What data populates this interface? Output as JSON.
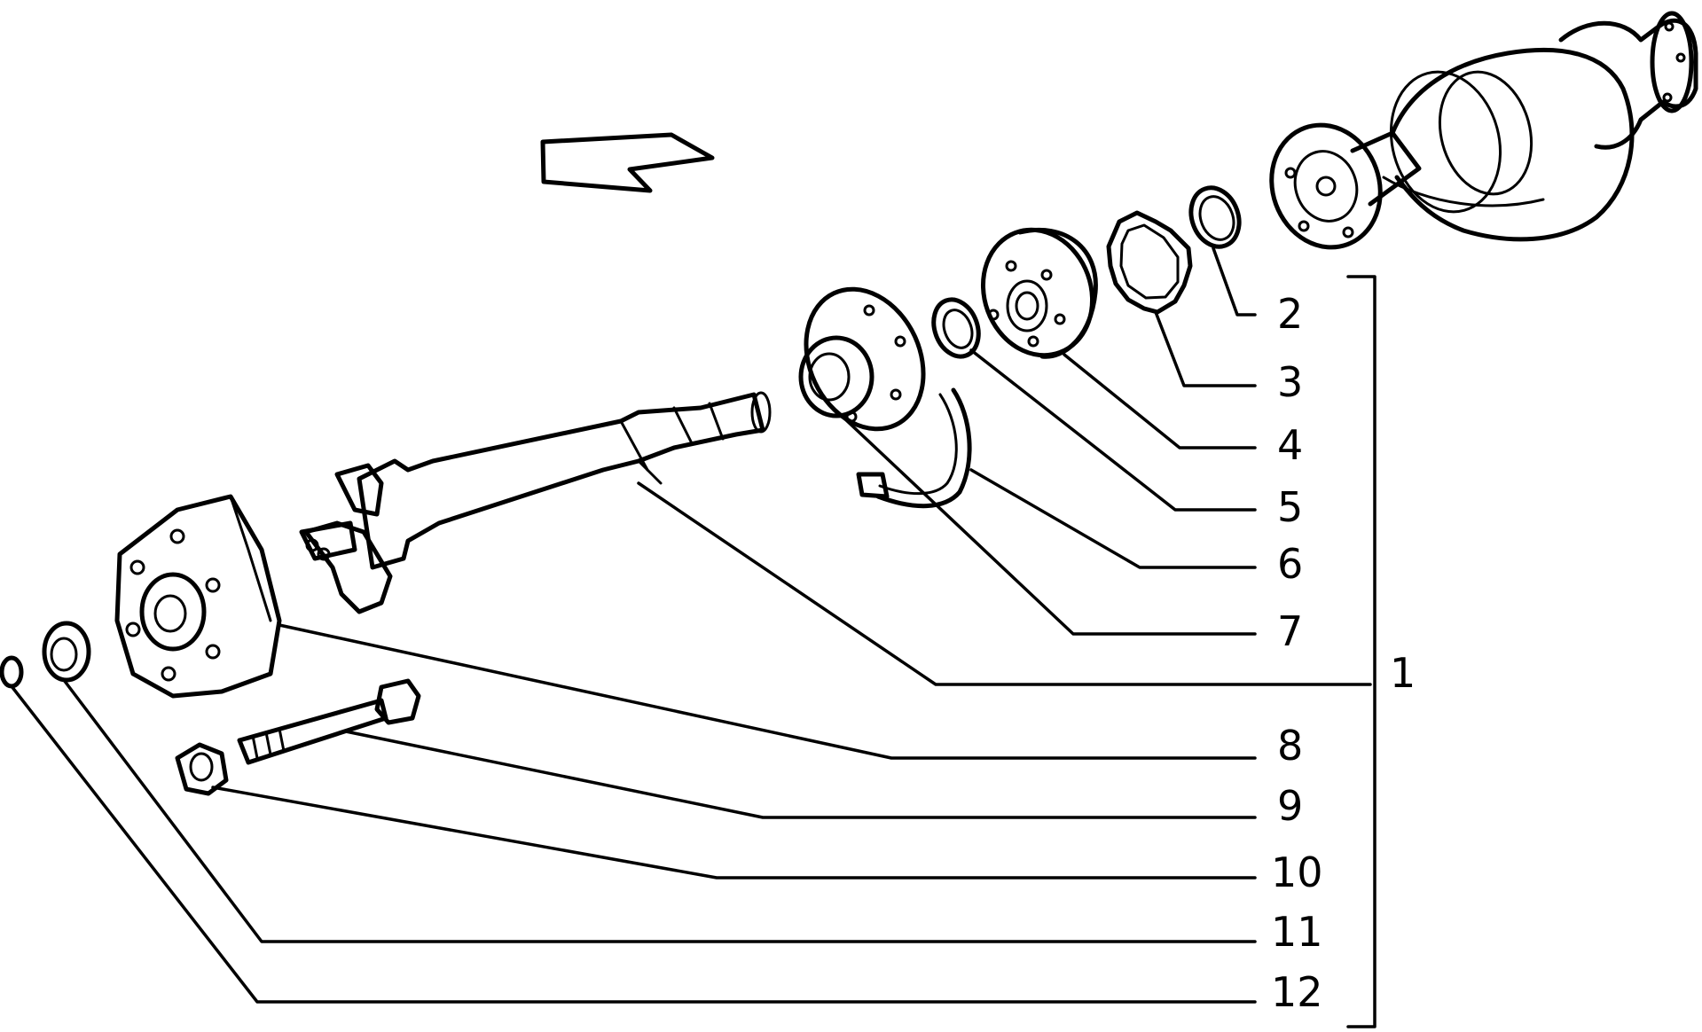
{
  "callouts": [
    {
      "id": "2",
      "label": "2"
    },
    {
      "id": "3",
      "label": "3"
    },
    {
      "id": "4",
      "label": "4"
    },
    {
      "id": "5",
      "label": "5"
    },
    {
      "id": "6",
      "label": "6"
    },
    {
      "id": "7",
      "label": "7"
    },
    {
      "id": "1",
      "label": "1"
    },
    {
      "id": "8",
      "label": "8"
    },
    {
      "id": "9",
      "label": "9"
    },
    {
      "id": "10",
      "label": "10"
    },
    {
      "id": "11",
      "label": "11"
    },
    {
      "id": "12",
      "label": "12"
    }
  ],
  "colors": {
    "ink": "#000000",
    "background": "#ffffff"
  }
}
